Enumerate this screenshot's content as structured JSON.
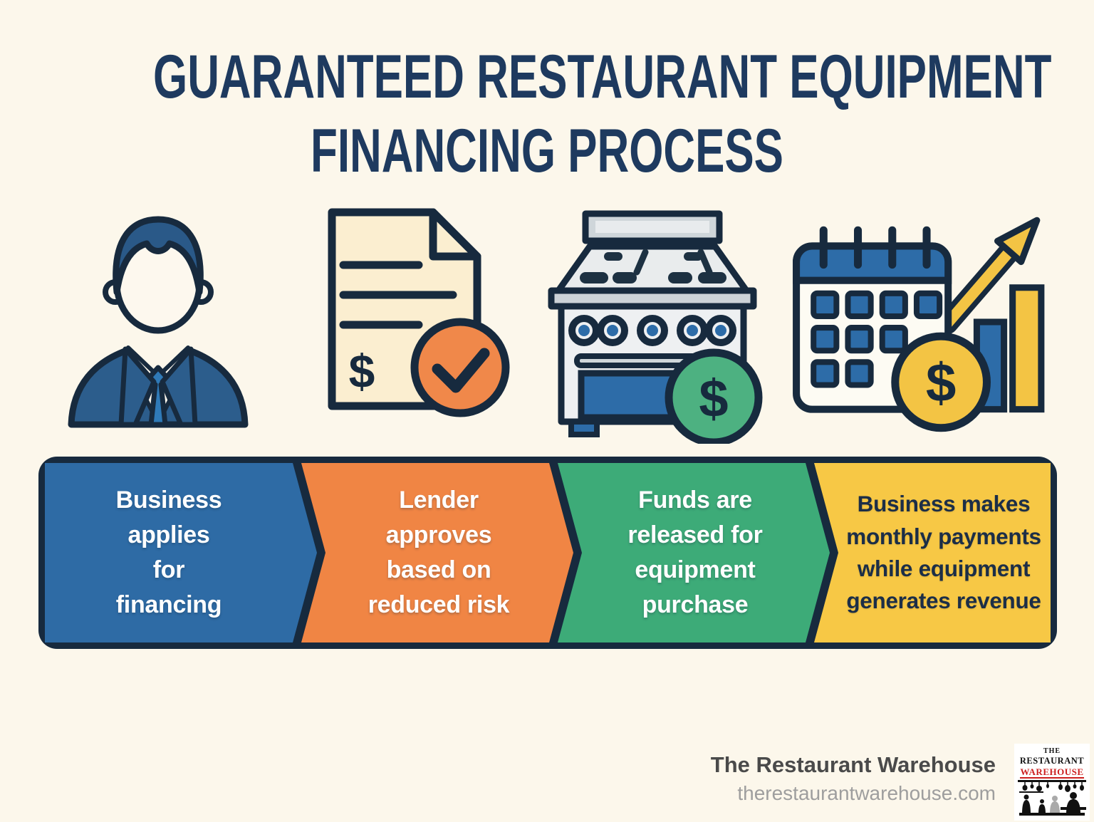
{
  "title": {
    "line1": "GUARANTEED RESTAURANT EQUIPMENT",
    "line2": "FINANCING PROCESS"
  },
  "steps": [
    {
      "label": "Business\napplies\nfor\nfinancing",
      "color": "#2e6ba5",
      "text_color": "#ffffff",
      "icon": "businessman-icon"
    },
    {
      "label": "Lender\napproves\nbased on\nreduced risk",
      "color": "#f08544",
      "text_color": "#ffffff",
      "icon": "approved-loan-document-icon"
    },
    {
      "label": "Funds are\nreleased for\nequipment\npurchase",
      "color": "#3dab78",
      "text_color": "#ffffff",
      "icon": "stove-purchase-icon"
    },
    {
      "label": "Business makes\nmonthly payments\nwhile equipment\ngenerates revenue",
      "color": "#f7c845",
      "text_color": "#1c2e47",
      "icon": "calendar-revenue-icon"
    }
  ],
  "glyphs": {
    "dollar": "$"
  },
  "footer": {
    "company": "The Restaurant Warehouse",
    "website": "therestaurantwarehouse.com",
    "logo": {
      "line1": "THE",
      "line2": "RESTAURANT",
      "line3": "WAREHOUSE"
    }
  },
  "colors": {
    "background": "#fcf7eb",
    "title_navy": "#1e3a5f",
    "outline_navy": "#172a3e",
    "step_blue": "#2e6ba5",
    "step_orange": "#f08544",
    "step_green": "#3dab78",
    "step_yellow": "#f7c845",
    "icon_blue": "#2d6ca8",
    "tie_blue": "#2f7ab8",
    "suit_blue": "#2c5d8c",
    "paper_cream": "#fbeed0",
    "check_orange": "#f0884a",
    "coin_green": "#4db181",
    "coin_yellow": "#f3c444",
    "logo_red": "#cc1f1f",
    "footer_text": "#4a4a4a",
    "footer_url": "#9e9e9e"
  }
}
